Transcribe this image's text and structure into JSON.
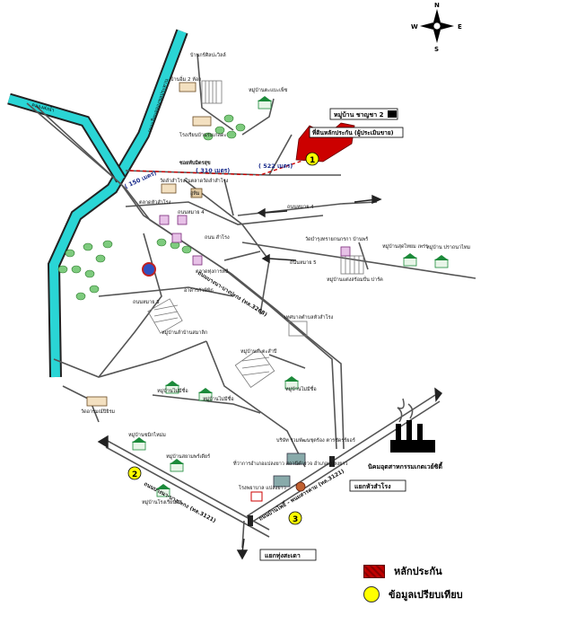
{
  "compass": {
    "n": "N",
    "s": "S",
    "e": "E",
    "w": "W"
  },
  "colors": {
    "subject": "#cc0000",
    "comparable": "#ffff00",
    "canal": "#2ad5d5",
    "road": "#555555",
    "house_icon": "#1c8a3a",
    "tree": "#7ecb7e"
  },
  "subject_callout": {
    "project": "หมู่บ้าน ชาญชา 2",
    "property": "ที่ดินหลักประกัน (ผู้ประเมินขาย)"
  },
  "distance_labels": {
    "d1": "( 310 เมตร)",
    "d2": "( 522 เมตร)",
    "d3": "( 150 เมตร)"
  },
  "markers": [
    "1",
    "2",
    "3"
  ],
  "map_labels": {
    "top_village": "บ้านกร์ศิลปะวิลล์",
    "ban_lom": "บ้านอิ่ม 2 ห้อง",
    "school": "โรงเรียนบ้านร่มเกลดะ",
    "village_a": "หมู่บ้านตะแบะเพ็ช",
    "canal_left": "คลองส่งน้ำ",
    "canal_road": "ถนนเลียบคลองชลประทาน",
    "soi_mid": "ซอยทับมิตรสุข",
    "temple": "วัดลำสำโรงในตลาดวัดลำสำโรง",
    "plaque": "อู่ทิม",
    "market_left": "ตลาดหัวสำโรง",
    "soi_main": "ถนนหมาย 4",
    "soi_right": "ถนนหมาย 4",
    "soi_lower_right": "ถนนหมาย 5",
    "school_right": "วัดบำรุงทรายกนกรกา บ้านพร้",
    "village_b": "หมู่บ้านสุดไทยม เพร่ร",
    "village_c": "หมู่บ้าน ปราถนาไทม",
    "village_d": "หมู่บ้านแต่งสร้อมปั่น ปาร์ค",
    "market_center": "ตลาดทุ่งการหนี",
    "office": "อาดารกัวพิพิธ",
    "main_road": "ถนนบางนา-บางปะกง (ทล.3268)",
    "soi_left": "ถนนหมาย 3",
    "village_e": "หมู่บ้านลำบ้านสมาลิก",
    "village_f": "หมู่บ้านสะตะสำปี",
    "district": "เทศบาลตำบลหัวสำโรง",
    "village_g": "หมู่บ้านไม่มีชื่อ",
    "village_h": "หมู่บ้านไม่มีชื่อ",
    "village_i": "หมู่บ้านไม่มีชื่อ",
    "temple_left": "วัดอารมณ์ปิยิรม",
    "village_j": "หมู่บ้านซมิกไหม่ม",
    "village_k": "หมู่บ้านสยามพร์เดียร์",
    "village_l": "หมู่บ้านโรงเรียนดา",
    "bottom_road": "ถนนบางนา-บางปะกง (ทล.3121)",
    "bottom_road_2": "ถนนบ้านโพธิ์ - พนมสารคาม (ทล.3121)",
    "company": "บริษัท ร่วมพัฒนชุตร้อง ตารชัดรร์ยอร์",
    "govt": "ที่ว่าการอำเภอแปลงยาว สถานีตำรวจ อำเภอแปลงยาว",
    "hospital": "โรงพยาบาล แปลงยาว",
    "junction_right": "แยกหัวสำโรง",
    "junction_bottom": "แยกทุ่งสะเดา",
    "industrial": "นิคมอุตสาหกรรมเกตเวย์ซิตี้",
    "road_small": "ถนน สำโรง"
  },
  "legend": {
    "subject": "หลักประกัน",
    "comparable": "ข้อมูลเปรียบเทียบ"
  }
}
